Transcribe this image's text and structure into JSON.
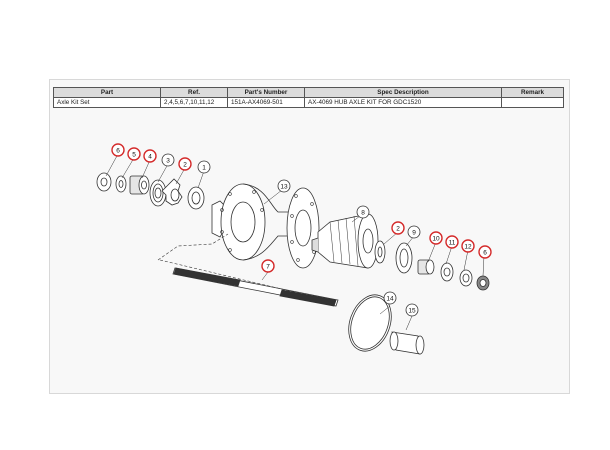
{
  "table": {
    "headers": [
      "Part",
      "Ref.",
      "Part's Number",
      "Spec Description",
      "Remark"
    ],
    "rows": [
      [
        "Axle Kit Set",
        "2,4,5,6,7,10,11,12",
        "151A-AX4069-501",
        "AX-4069 HUB AXLE KIT FOR GDC1520",
        ""
      ]
    ]
  },
  "callouts": [
    {
      "id": "6",
      "label": "6",
      "highlighted": true
    },
    {
      "id": "5",
      "label": "5",
      "highlighted": true
    },
    {
      "id": "4",
      "label": "4",
      "highlighted": true
    },
    {
      "id": "3",
      "label": "3",
      "highlighted": false
    },
    {
      "id": "2",
      "label": "2",
      "highlighted": true
    },
    {
      "id": "1",
      "label": "1",
      "highlighted": false
    },
    {
      "id": "13",
      "label": "13",
      "highlighted": false
    },
    {
      "id": "8",
      "label": "8",
      "highlighted": false
    },
    {
      "id": "7",
      "label": "7",
      "highlighted": true
    },
    {
      "id": "2b",
      "label": "2",
      "highlighted": true
    },
    {
      "id": "9",
      "label": "9",
      "highlighted": false
    },
    {
      "id": "10",
      "label": "10",
      "highlighted": true
    },
    {
      "id": "11",
      "label": "11",
      "highlighted": true
    },
    {
      "id": "12",
      "label": "12",
      "highlighted": true
    },
    {
      "id": "6b",
      "label": "6",
      "highlighted": true
    },
    {
      "id": "14",
      "label": "14",
      "highlighted": false
    },
    {
      "id": "15",
      "label": "15",
      "highlighted": false
    }
  ],
  "colors": {
    "highlight": "#d42a2a",
    "normal": "#333333"
  }
}
